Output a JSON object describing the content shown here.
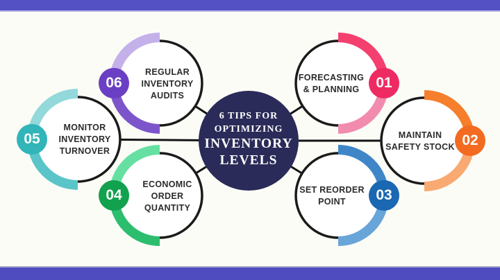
{
  "frame": {
    "top_bar_color": "#5351c4",
    "bottom_bar_color": "#4f4cc0",
    "background_color": "#fcfcf7"
  },
  "center": {
    "circle_color": "#2a2b58",
    "text_color": "#ffffff",
    "title_line1": "6 TIPS FOR",
    "title_line2": "OPTIMIZING",
    "title_line3": "INVENTORY",
    "title_line4": "LEVELS"
  },
  "connector_color": "#141414",
  "outline_color": "#1b1b1b",
  "nodes": [
    {
      "id": "forecasting-planning",
      "number": "01",
      "lines": [
        "FORECASTING",
        "& PLANNING"
      ],
      "badge_color": "#ee2a62",
      "arc_top_color": "#f4406f",
      "arc_bottom_color": "#f18cae",
      "side": "right"
    },
    {
      "id": "maintain-safety-stock",
      "number": "02",
      "lines": [
        "MAINTAIN",
        "SAFETY STOCK"
      ],
      "badge_color": "#f26b21",
      "arc_top_color": "#f57f2c",
      "arc_bottom_color": "#f8aa72",
      "side": "right"
    },
    {
      "id": "set-reorder-point",
      "number": "03",
      "lines": [
        "SET REORDER",
        "POINT"
      ],
      "badge_color": "#1a67b2",
      "arc_top_color": "#3e86c8",
      "arc_bottom_color": "#68a5d8",
      "side": "right"
    },
    {
      "id": "economic-order-quantity",
      "number": "04",
      "lines": [
        "ECONOMIC",
        "ORDER",
        "QUANTITY"
      ],
      "badge_color": "#12a14e",
      "arc_top_color": "#66e0a2",
      "arc_bottom_color": "#2dbd6e",
      "side": "left"
    },
    {
      "id": "monitor-inventory-turnover",
      "number": "05",
      "lines": [
        "MONITOR",
        "INVENTORY",
        "TURNOVER"
      ],
      "badge_color": "#31b5b9",
      "arc_top_color": "#93d8da",
      "arc_bottom_color": "#5ac5c8",
      "side": "left"
    },
    {
      "id": "regular-inventory-audits",
      "number": "06",
      "lines": [
        "REGULAR",
        "INVENTORY",
        "AUDITS"
      ],
      "badge_color": "#6b3fc4",
      "arc_top_color": "#c4b1ea",
      "arc_bottom_color": "#7d55cb",
      "side": "left"
    }
  ]
}
